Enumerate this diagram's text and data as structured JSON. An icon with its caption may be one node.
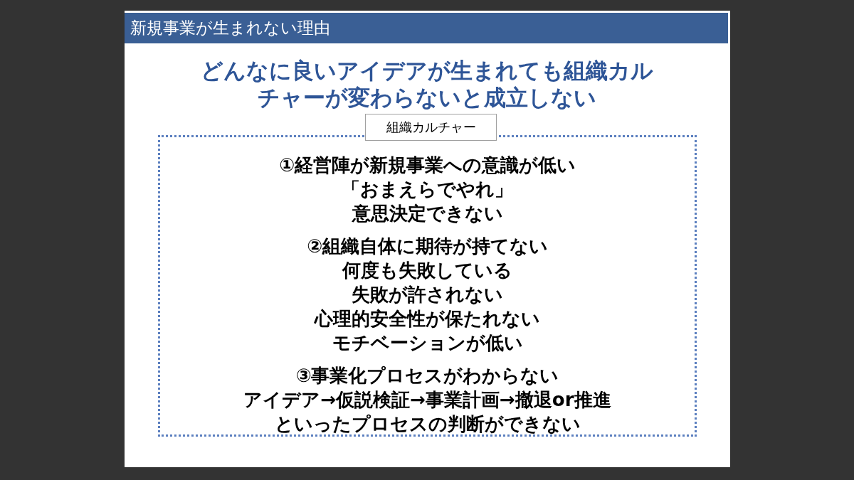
{
  "diagram": {
    "title": "新規事業が生まれない理由",
    "nodes": [
      {
        "text": [
          "組織カルチャー"
        ]
      },
      {
        "text": [
          "①経営陣が新規事業への意識が低い",
          "「おまえらでやれ」",
          "意思決定できない",
          "②組織自体に期待が持てない",
          "何度も失敗している",
          "失敗が許されない",
          "心理的安全性が保たれない",
          "モチベーションが低い",
          "③事業化プロセスがわからない",
          "アイデア→仮説検証→事業計画→撤退or推進",
          "といったプロセスの判断ができない"
        ]
      }
    ],
    "labels": [
      "どんなに良いアイデアが生まれても組織カルチャーが変わらないと成立しない"
    ]
  }
}
